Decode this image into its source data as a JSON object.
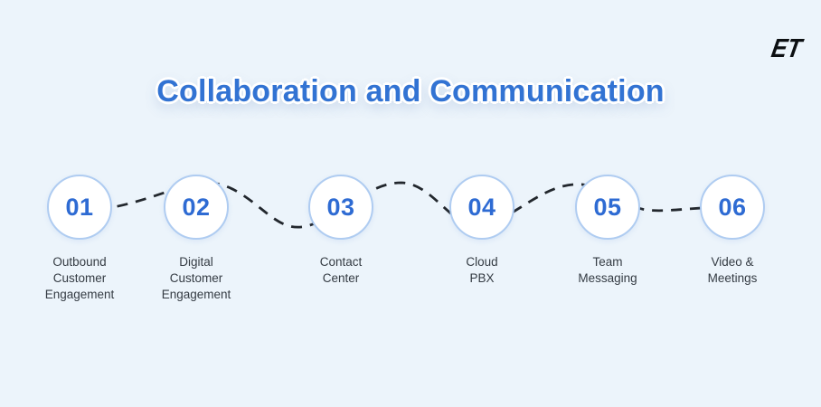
{
  "header": {
    "logo_text": "ET",
    "title": "Collaboration and Communication"
  },
  "colors": {
    "background": "#ecf4fb",
    "title_blue": "#3273d3",
    "title_outline": "#ffffff",
    "number_blue": "#2e6bd3",
    "circle_fill": "#ffffff",
    "circle_border": "#afccf1",
    "connector_dash": "#22272d",
    "label_text": "#343b43",
    "logo_black": "#0c0f12"
  },
  "flow": {
    "steps": [
      {
        "number": "01",
        "label": "Outbound\nCustomer\nEngagement"
      },
      {
        "number": "02",
        "label": "Digital\nCustomer\nEngagement"
      },
      {
        "number": "03",
        "label": "Contact\nCenter"
      },
      {
        "number": "04",
        "label": "Cloud\nPBX"
      },
      {
        "number": "05",
        "label": "Team\nMessaging"
      },
      {
        "number": "06",
        "label": "Video &\nMeetings"
      }
    ]
  }
}
